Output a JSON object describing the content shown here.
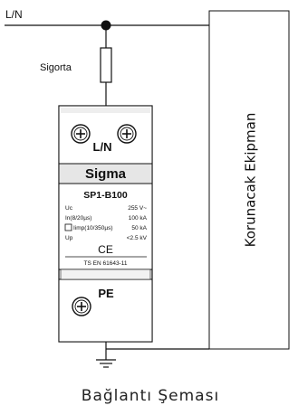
{
  "diagram": {
    "line_label": "L/N",
    "fuse_label": "Sigorta",
    "equipment_label": "Korunacak Ekipman",
    "caption": "Bağlantı Şeması"
  },
  "device": {
    "terminal_top_label": "L/N",
    "brand": "Sigma",
    "model": "SP1-B100",
    "specs": [
      {
        "key": "Uc",
        "value": "255 V~"
      },
      {
        "key": "In(8/20µs)",
        "value": "100 kA"
      },
      {
        "key": "Iimp(10/350µs)",
        "value": "50 kA"
      },
      {
        "key": "Up",
        "value": "<2.5 kV"
      }
    ],
    "ce_mark": "CE",
    "standard": "TS EN 61643-11",
    "terminal_bottom_label": "PE"
  },
  "colors": {
    "line": "#111111",
    "housing_header": "#e6e6e6",
    "background": "#ffffff"
  }
}
